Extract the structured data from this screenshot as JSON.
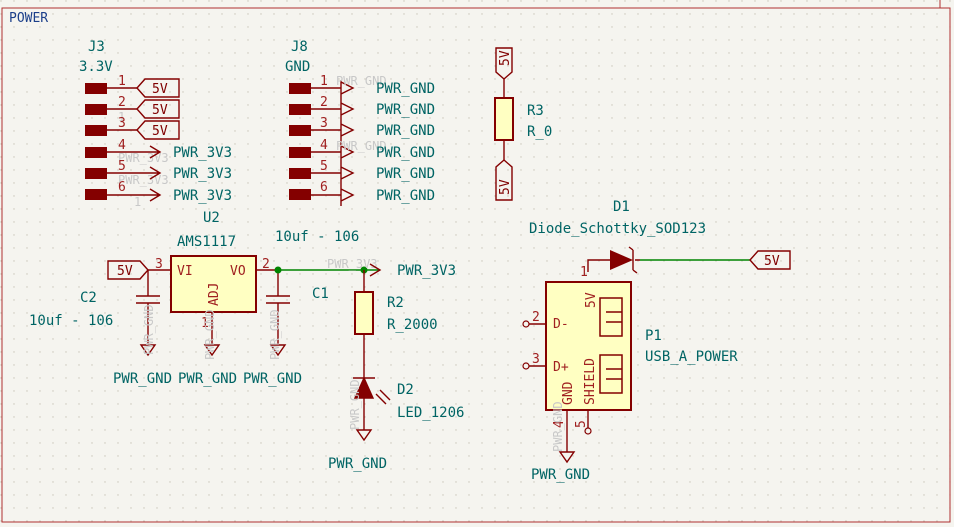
{
  "sheet": {
    "title": "POWER"
  },
  "j3": {
    "ref": "J3",
    "value": "3.3V",
    "pins": [
      "1",
      "2",
      "3",
      "4",
      "5",
      "6"
    ],
    "nets": [
      "5V",
      "5V",
      "5V",
      "PWR_3V3",
      "PWR_3V3",
      "PWR_3V3"
    ]
  },
  "j8": {
    "ref": "J8",
    "value": "GND",
    "pins": [
      "1",
      "2",
      "3",
      "4",
      "5",
      "6"
    ],
    "net": "PWR_GND"
  },
  "r3": {
    "ref": "R3",
    "value": "R_0",
    "top_net": "5V",
    "bottom_net": "5V"
  },
  "u2": {
    "ref": "U2",
    "value": "AMS1117",
    "pin_vi": "VI",
    "pin_vo": "VO",
    "pin_adj": "ADJ",
    "pin3": "3",
    "pin2": "2",
    "pin1": "1",
    "in_net": "5V",
    "out_net": "PWR_3V3"
  },
  "c2": {
    "ref": "C2",
    "value": "10uf - 106"
  },
  "c1": {
    "ref": "C1",
    "value": "10uf - 106"
  },
  "gnds": {
    "c2": "PWR_GND",
    "u2": "PWR_GND",
    "c1": "PWR_GND",
    "d2": "PWR_GND",
    "p1": "PWR_GND"
  },
  "r2": {
    "ref": "R2",
    "value": "R_2000"
  },
  "d2": {
    "ref": "D2",
    "value": "LED_1206"
  },
  "d1": {
    "ref": "D1",
    "value": "Diode_Schottky_SOD123",
    "net": "5V"
  },
  "p1": {
    "ref": "P1",
    "value": "USB_A_POWER",
    "pin_5v": "5V",
    "pin_dm": "D-",
    "pin_dp": "D+",
    "pin_gnd": "GND",
    "pin_shield": "SHIELD",
    "n1": "1",
    "n2": "2",
    "n3": "3",
    "n4": "4",
    "n5": "5"
  },
  "ghost": {
    "pwr_3v3": "PWR_3V3",
    "pwr_gnd": "PWR_GND"
  },
  "colors": {
    "wire": "#008400",
    "symbol": "#840000",
    "label": "#006464",
    "body": "#ffffc2"
  }
}
